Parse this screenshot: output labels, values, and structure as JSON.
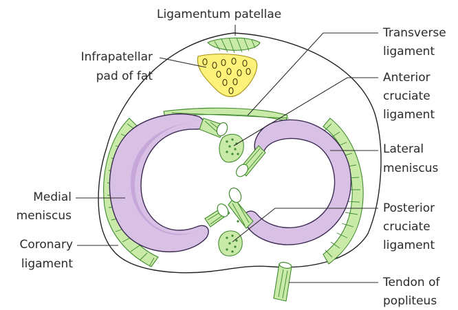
{
  "labels": {
    "ligamentum_patellae": "Ligamentum patellae",
    "infrapatellar_pad_line1": "Infrapatellar",
    "infrapatellar_pad_line2": "pad of fat",
    "transverse_ligament_line1": "Transverse",
    "transverse_ligament_line2": "ligament",
    "anterior_cruciate_line1": "Anterior",
    "anterior_cruciate_line2": "cruciate",
    "anterior_cruciate_line3": "ligament",
    "lateral_meniscus_line1": "Lateral",
    "lateral_meniscus_line2": "meniscus",
    "medial_meniscus_line1": "Medial",
    "medial_meniscus_line2": "meniscus",
    "posterior_cruciate_line1": "Posterior",
    "posterior_cruciate_line2": "cruciate",
    "posterior_cruciate_line3": "ligament",
    "coronary_ligament_line1": "Coronary",
    "coronary_ligament_line2": "ligament",
    "tendon_popliteus_line1": "Tendon of",
    "tendon_popliteus_line2": "popliteus"
  },
  "colors": {
    "ligament_green": "#c9eaa8",
    "ligament_outline": "#3f8a2e",
    "meniscus_purple": "#d9c1e6",
    "fat_yellow": "#fff27a"
  }
}
